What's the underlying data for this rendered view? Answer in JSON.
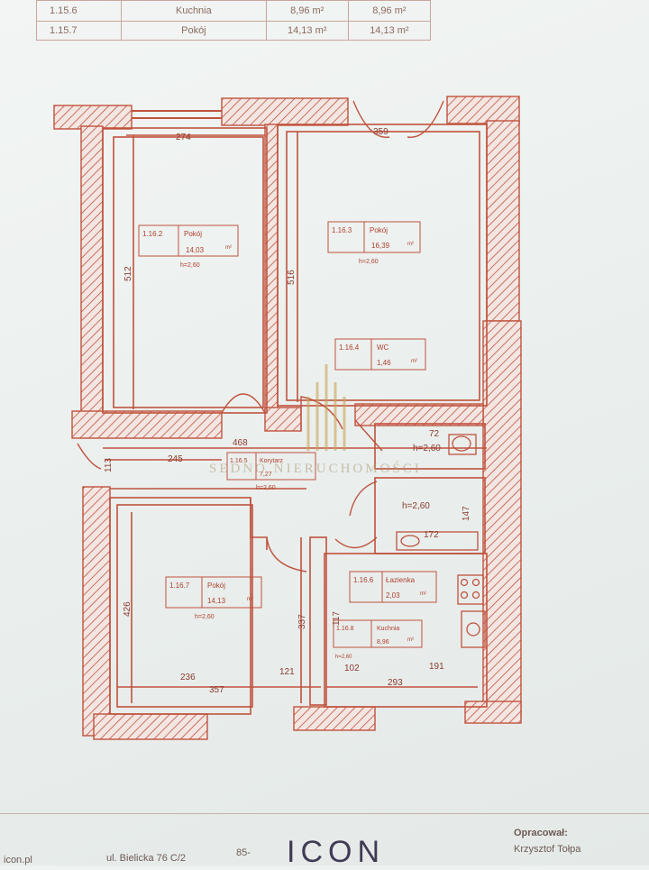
{
  "table": {
    "rows": [
      {
        "id": "1.15.6",
        "name": "Kuchnia",
        "area1": "8,96 m²",
        "area2": "8,96 m²"
      },
      {
        "id": "1.15.7",
        "name": "Pokój",
        "area1": "14,13 m²",
        "area2": "14,13 m²"
      }
    ]
  },
  "rooms": [
    {
      "id": "1.16.2",
      "name": "Pokój",
      "area": "14,03",
      "unit": "m²",
      "height": "h=2,60"
    },
    {
      "id": "1.16.3",
      "name": "Pokój",
      "area": "16,39",
      "unit": "m²",
      "height": "h=2,60"
    },
    {
      "id": "1.16.4",
      "name": "WC",
      "area": "1,46",
      "unit": "m²"
    },
    {
      "id": "1.16.5",
      "name": "Korytarz",
      "area": "7,27",
      "height": "h=2,60"
    },
    {
      "id": "1.16.7",
      "name": "Pokój",
      "area": "14,13",
      "unit": "m²",
      "height": "h=2,60"
    },
    {
      "id": "1.16.6",
      "name": "Łazienka",
      "area": "2,03",
      "unit": "m²"
    },
    {
      "id": "1.16.8",
      "name": "Kuchnia",
      "area": "8,96",
      "unit": "m²",
      "height": "h=2,60"
    }
  ],
  "dims": {
    "d274": "274",
    "d359": "359",
    "d512": "512",
    "d516": "516",
    "d468": "468",
    "d245": "245",
    "d113": "113",
    "d72": "72",
    "d147": "147",
    "d172": "172",
    "d426": "426",
    "d337": "337",
    "d236": "236",
    "d121": "121",
    "d357": "357",
    "d102": "102",
    "d191": "191",
    "d293": "293",
    "d117": "117",
    "h260": "h=2,60"
  },
  "watermark": "SEDNO NIERUCHOMOŚCI",
  "footer": {
    "website": "icon.pl",
    "address": "ul. Bielicka 76 C/2",
    "postal": "85-",
    "company": "ICON",
    "prepared_label": "Opracował:",
    "prepared_by": "Krzysztof Tołpa"
  },
  "colors": {
    "line": "#c0523d",
    "paper": "#eef2f1"
  }
}
